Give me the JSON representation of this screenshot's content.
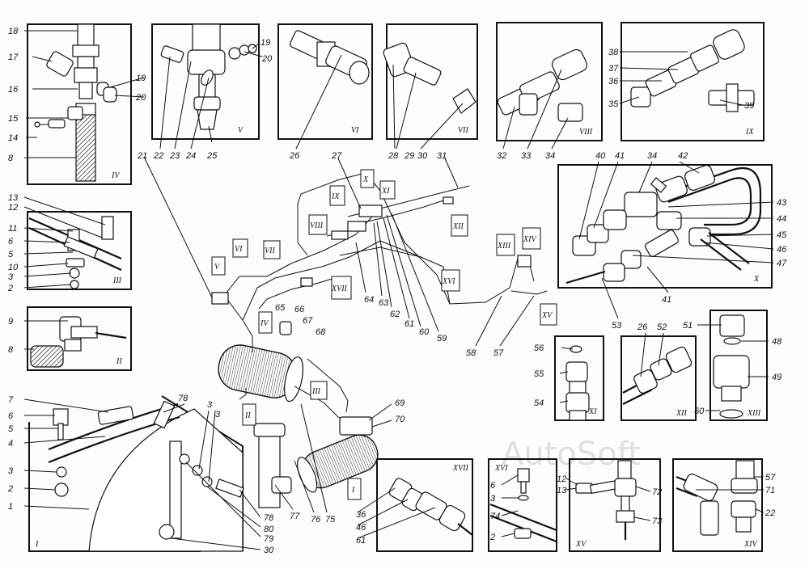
{
  "watermark": "AutoSoft",
  "panels": {
    "I": "I",
    "II": "II",
    "III": "III",
    "IV": "IV",
    "V": "V",
    "VI": "VI",
    "VII": "VII",
    "VIII": "VIII",
    "IX": "IX",
    "X": "X",
    "XI": "XI",
    "XII": "XII",
    "XIII": "XIII",
    "XIV": "XIV",
    "XV": "XV",
    "XVI": "XVI",
    "XVII": "XVII"
  },
  "callouts": {
    "n1": "1",
    "n2": "2",
    "n3": "3",
    "n4": "4",
    "n5": "5",
    "n6": "6",
    "n7": "7",
    "n8": "8",
    "n9": "9",
    "n10": "10",
    "n11": "11",
    "n12": "12",
    "n13": "13",
    "n14": "14",
    "n15": "15",
    "n16": "16",
    "n17": "17",
    "n18": "18",
    "n19": "19",
    "n20": "20",
    "n21": "21",
    "n22": "22",
    "n23": "23",
    "n24": "24",
    "n25": "25",
    "n26": "26",
    "n27": "27",
    "n28": "28",
    "n29": "29",
    "n30": "30",
    "n31": "31",
    "n32": "32",
    "n33": "33",
    "n34": "34",
    "n35": "35",
    "n36": "36",
    "n37": "37",
    "n38": "38",
    "n39": "39",
    "n40": "40",
    "n41": "41",
    "n42": "42",
    "n43": "43",
    "n44": "44",
    "n45": "45",
    "n46": "46",
    "n47": "47",
    "n48": "48",
    "n49": "49",
    "n50": "50",
    "n51": "51",
    "n52": "52",
    "n53": "53",
    "n54": "54",
    "n55": "55",
    "n56": "56",
    "n57": "57",
    "n58": "58",
    "n59": "59",
    "n60": "60",
    "n61": "61",
    "n62": "62",
    "n63": "63",
    "n64": "64",
    "n65": "65",
    "n66": "66",
    "n67": "67",
    "n68": "68",
    "n69": "69",
    "n70": "70",
    "n71": "71",
    "n72": "72",
    "n73": "73",
    "n74": "74",
    "n75": "75",
    "n76": "76",
    "n77": "77",
    "n78": "78",
    "n79": "79",
    "n80": "80"
  }
}
